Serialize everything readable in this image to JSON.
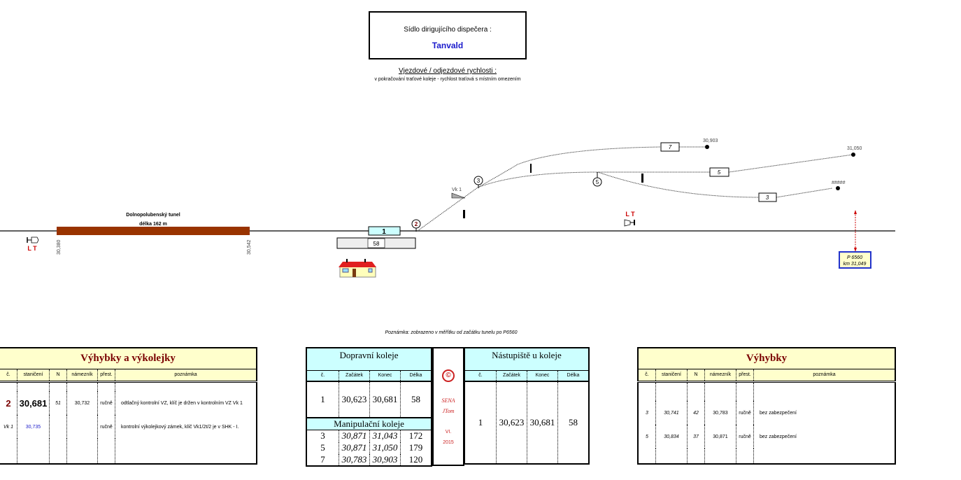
{
  "header": {
    "label": "Sídlo dirigujícího dispečera :",
    "station": "Tanvald"
  },
  "speeds": {
    "title": "Vjezdové / odjezdové rychlosti :",
    "text": "v pokračování traťové koleje - rychlost traťová s místním omezením"
  },
  "diagram": {
    "tunnel": {
      "name": "Dolnopolubenský tunel",
      "length": "délka 162 m",
      "km_start": "30,380",
      "km_end": "30,542"
    },
    "signal_left": "L T",
    "signal_right": "L T",
    "track_main": "1",
    "platform_length": "58",
    "switches": [
      "2",
      "3",
      "5"
    ],
    "derailer": "Vk 1",
    "tracks": [
      {
        "label": "7",
        "end_km": "30,903"
      },
      {
        "label": "5",
        "end_km": "31,050"
      },
      {
        "label": "3",
        "end_km": "#####"
      }
    ],
    "marker": {
      "line1": "P 6560",
      "line2": "km 31,049"
    },
    "colors": {
      "tunnel": "#993300",
      "signal": "#cc0000",
      "marker_border": "#2233cc"
    }
  },
  "note": "Poznámka: zobrazeno v měřítku od začátku tunelu po P6560",
  "left_table": {
    "title": "Výhybky a výkolejky",
    "headers": [
      "č.",
      "staničení",
      "N",
      "námezník",
      "přest.",
      "poznámka"
    ],
    "rows": [
      [
        "2",
        "30,681",
        "51",
        "30,732",
        "ručně",
        "odtlačný kontrolní VZ, klíč je držen v kontrolním VZ Vk 1"
      ],
      [
        "Vk 1",
        "30,735",
        "",
        "",
        "ručně",
        "kontrolní výkolejkový zámek, klíč Vk1/2t/2 je v SHK - I."
      ]
    ]
  },
  "dopravni": {
    "title": "Dopravní  koleje",
    "headers": [
      "č.",
      "Začátek",
      "Konec",
      "Délka"
    ],
    "rows": [
      [
        "1",
        "30,623",
        "30,681",
        "58"
      ]
    ]
  },
  "manipulacni": {
    "title": "Manipulační  koleje",
    "rows": [
      [
        "3",
        "30,871",
        "31,043",
        "172"
      ],
      [
        "5",
        "30,871",
        "31,050",
        "179"
      ],
      [
        "7",
        "30,783",
        "30,903",
        "120"
      ]
    ]
  },
  "credit": {
    "symbol": "©",
    "l1": "SENA",
    "l2": "JTom",
    "l3": "VI.",
    "l4": "2015"
  },
  "nastupiste": {
    "title": "Nástupiště  u  koleje",
    "headers": [
      "č.",
      "Začátek",
      "Konec",
      "Délka"
    ],
    "rows": [
      [
        "1",
        "30,623",
        "30,681",
        "58"
      ]
    ]
  },
  "right_table": {
    "title": "Výhybky",
    "headers": [
      "č.",
      "staničení",
      "N",
      "námezník",
      "přest.",
      "poznámka"
    ],
    "rows": [
      [
        "3",
        "30,741",
        "42",
        "30,783",
        "ručně",
        "bez zabezpečení"
      ],
      [
        "5",
        "30,834",
        "37",
        "30,871",
        "ručně",
        "bez zabezpečení"
      ]
    ]
  }
}
